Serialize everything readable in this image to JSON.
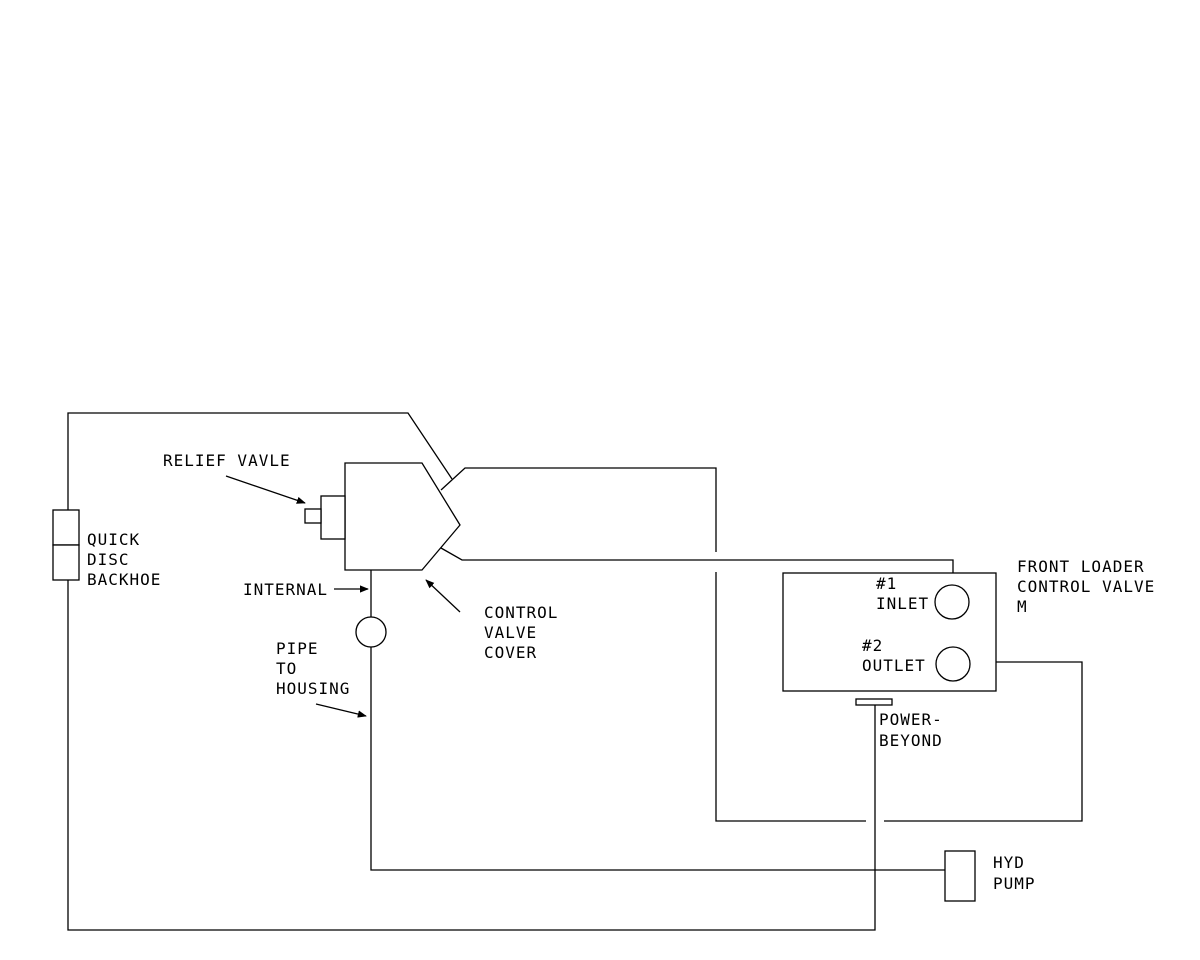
{
  "labels": {
    "relief_valve": "RELIEF VAVLE",
    "quick_disc": [
      "QUICK",
      "DISC",
      "BACKHOE"
    ],
    "internal": "INTERNAL",
    "control_valve_cover": [
      "CONTROL",
      "VALVE",
      "COVER"
    ],
    "pipe_to_housing": [
      "PIPE",
      "TO",
      "HOUSING"
    ],
    "front_loader": [
      "FRONT LOADER",
      "CONTROL VALVE",
      "M"
    ],
    "inlet": [
      "#1",
      "INLET"
    ],
    "outlet": [
      "#2",
      "OUTLET"
    ],
    "power_beyond": [
      "POWER-",
      "BEYOND"
    ],
    "hyd_pump": [
      "HYD",
      "PUMP"
    ]
  }
}
